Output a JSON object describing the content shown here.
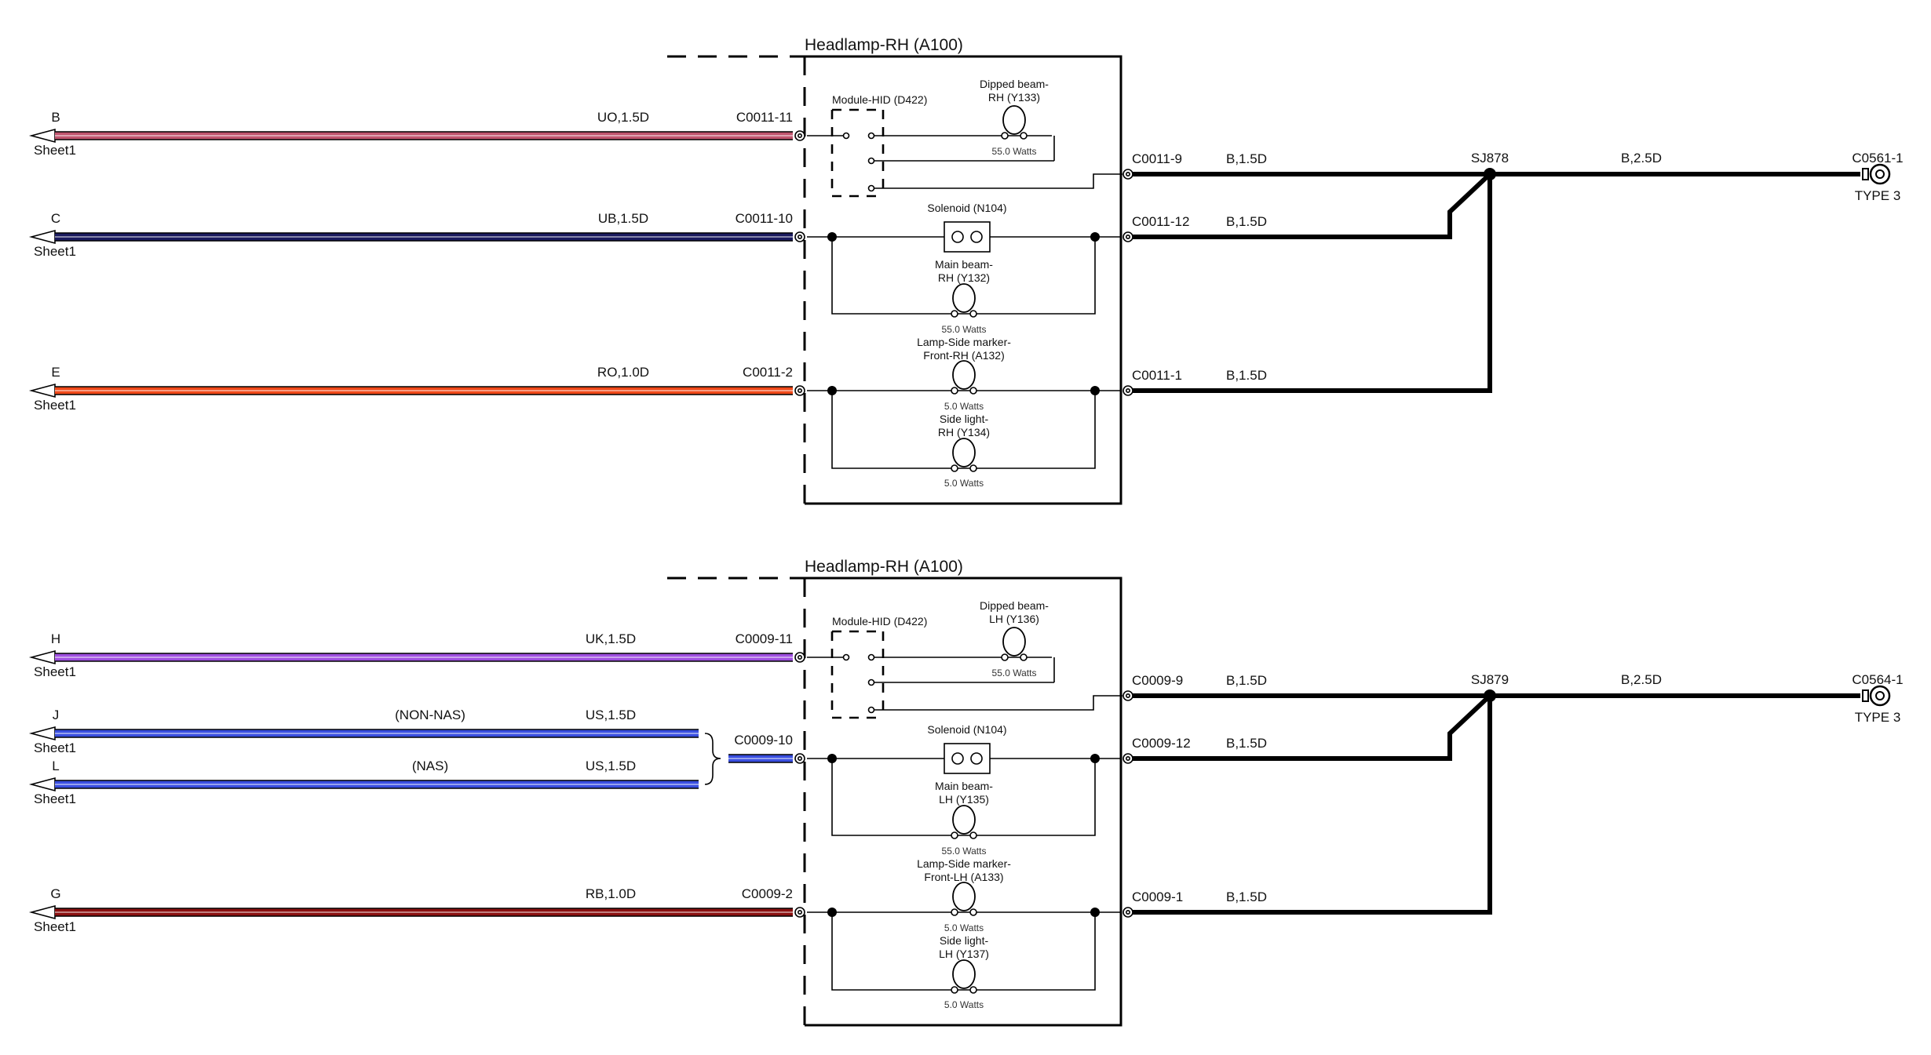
{
  "blocks": [
    {
      "title": "Headlamp-RH (A100)",
      "module": "Module-HID (D422)",
      "dipped_beam": [
        "Dipped beam-",
        "RH (Y133)"
      ],
      "dipped_watts": "55.0 Watts",
      "solenoid": "Solenoid (N104)",
      "main_beam": [
        "Main beam-",
        "RH (Y132)"
      ],
      "main_watts": "55.0 Watts",
      "side_marker": [
        "Lamp-Side marker-",
        "Front-RH (A132)"
      ],
      "side_marker_watts": "5.0 Watts",
      "side_light": [
        "Side light-",
        "RH (Y134)"
      ],
      "side_light_watts": "5.0 Watts",
      "left_wires": [
        {
          "id": "B",
          "sheet": "Sheet1",
          "spec": "UO,1.5D",
          "color": "#c0556e",
          "connector": "C0011-11"
        },
        {
          "id": "C",
          "sheet": "Sheet1",
          "spec": "UB,1.5D",
          "color": "#1a1a5e",
          "connector": "C0011-10"
        },
        {
          "id": "E",
          "sheet": "Sheet1",
          "spec": "RO,1.0D",
          "color": "#f04a1a",
          "connector": "C0011-2"
        }
      ],
      "right_wires": [
        {
          "connector": "C0011-9",
          "spec": "B,1.5D"
        },
        {
          "connector": "C0011-12",
          "spec": "B,1.5D"
        },
        {
          "connector": "C0011-1",
          "spec": "B,1.5D"
        }
      ],
      "splice": "SJ878",
      "ground_spec": "B,2.5D",
      "ground": "C0561-1",
      "ground_type": "TYPE 3"
    },
    {
      "title": "Headlamp-RH (A100)",
      "module": "Module-HID (D422)",
      "dipped_beam": [
        "Dipped beam-",
        "LH (Y136)"
      ],
      "dipped_watts": "55.0 Watts",
      "solenoid": "Solenoid (N104)",
      "main_beam": [
        "Main beam-",
        "LH (Y135)"
      ],
      "main_watts": "55.0 Watts",
      "side_marker": [
        "Lamp-Side marker-",
        "Front-LH (A133)"
      ],
      "side_marker_watts": "5.0 Watts",
      "side_light": [
        "Side light-",
        "LH (Y137)"
      ],
      "side_light_watts": "5.0 Watts",
      "left_wires": [
        {
          "id": "H",
          "sheet": "Sheet1",
          "spec": "UK,1.5D",
          "color": "#a050e0",
          "connector": "C0009-11"
        },
        {
          "id": "J",
          "sheet": "Sheet1",
          "spec": "US,1.5D",
          "variant": "(NON-NAS)",
          "color": "#3a4fe0",
          "connector": "C0009-10"
        },
        {
          "id": "L",
          "sheet": "Sheet1",
          "spec": "US,1.5D",
          "variant": "(NAS)",
          "color": "#3a4fe0"
        },
        {
          "id": "G",
          "sheet": "Sheet1",
          "spec": "RB,1.0D",
          "color": "#8a1010",
          "connector": "C0009-2"
        }
      ],
      "right_wires": [
        {
          "connector": "C0009-9",
          "spec": "B,1.5D"
        },
        {
          "connector": "C0009-12",
          "spec": "B,1.5D"
        },
        {
          "connector": "C0009-1",
          "spec": "B,1.5D"
        }
      ],
      "splice": "SJ879",
      "ground_spec": "B,2.5D",
      "ground": "C0564-1",
      "ground_type": "TYPE 3"
    }
  ]
}
